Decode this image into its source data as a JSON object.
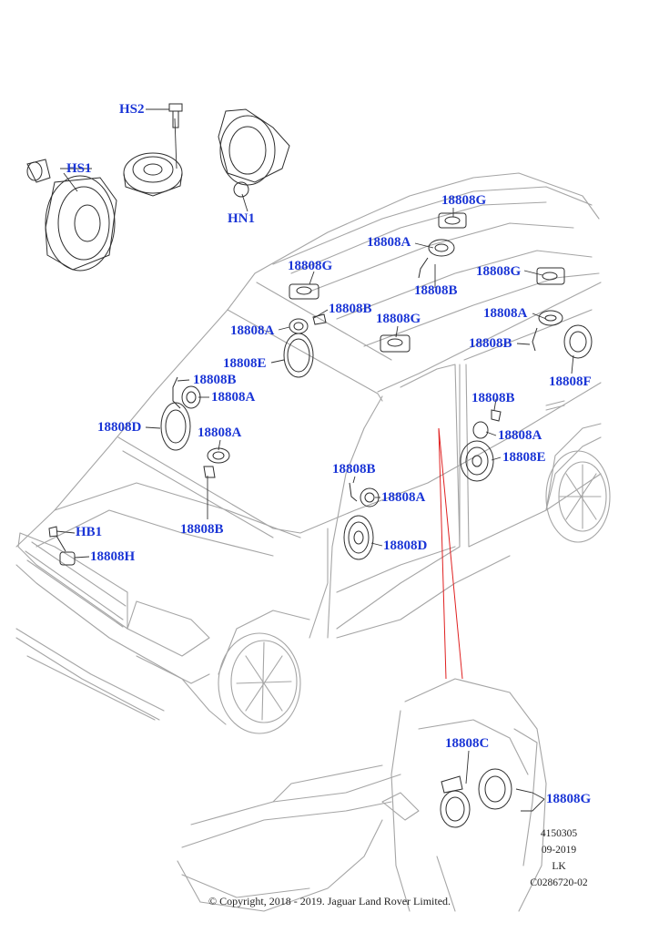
{
  "labels": {
    "hs2": "HS2",
    "hs1": "HS1",
    "hn1": "HN1",
    "roof_g": "18808G",
    "roof_a": "18808A",
    "roof_b": "18808B",
    "rear_g": "18808G",
    "front_g": "18808G",
    "a_pillar_b": "18808B",
    "a_pillar_a": "18808A",
    "a_pillar_e": "18808E",
    "center_g": "18808G",
    "rear_a": "18808A",
    "rear_b": "18808B",
    "rear_f": "18808F",
    "dash_b": "18808B",
    "dash_a": "18808A",
    "dash_d": "18808D",
    "rdoor_b": "18808B",
    "rdoor_a": "18808A",
    "rdoor_e": "18808E",
    "ip_a": "18808A",
    "ip_b": "18808B",
    "fdoor_b": "18808B",
    "fdoor_a": "18808A",
    "fdoor_d": "18808D",
    "hb1": "HB1",
    "horn_h": "18808H",
    "seat_c": "18808C",
    "seat_g": "18808G"
  },
  "info": {
    "number": "4150305",
    "date": "09-2019",
    "code": "LK",
    "ref": "C0286720-02"
  },
  "copyright": "© Copyright, 2018 - 2019. Jaguar Land Rover Limited.",
  "colors": {
    "label": "#1a35d6",
    "lines": "#9a9a9a",
    "parts": "#333333",
    "callout": "#e02020"
  }
}
